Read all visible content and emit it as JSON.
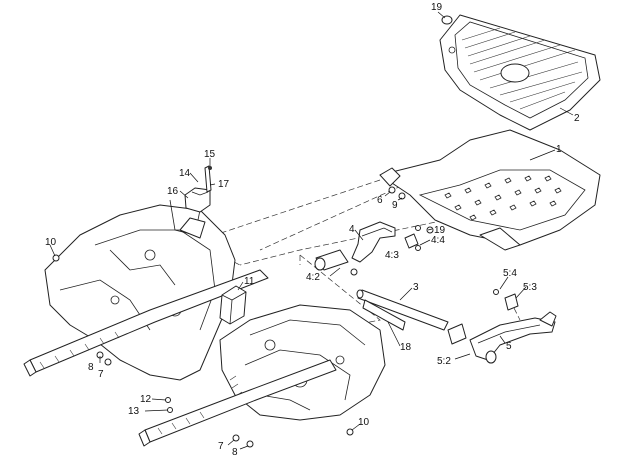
{
  "diagram": {
    "callouts": [
      {
        "id": "c19a",
        "label": "19"
      },
      {
        "id": "c2",
        "label": "2"
      },
      {
        "id": "c1",
        "label": "1"
      },
      {
        "id": "c15",
        "label": "15"
      },
      {
        "id": "c14",
        "label": "14"
      },
      {
        "id": "c17",
        "label": "17"
      },
      {
        "id": "c16",
        "label": "16"
      },
      {
        "id": "c6",
        "label": "6"
      },
      {
        "id": "c9",
        "label": "9"
      },
      {
        "id": "c19b",
        "label": "19"
      },
      {
        "id": "c4",
        "label": "4"
      },
      {
        "id": "c4_4",
        "label": "4:4"
      },
      {
        "id": "c4_3",
        "label": "4:3"
      },
      {
        "id": "c4_2",
        "label": "4:2"
      },
      {
        "id": "c10a",
        "label": "10"
      },
      {
        "id": "c11",
        "label": "11"
      },
      {
        "id": "c5_4",
        "label": "5:4"
      },
      {
        "id": "c5_3",
        "label": "5:3"
      },
      {
        "id": "c3",
        "label": "3"
      },
      {
        "id": "c18",
        "label": "18"
      },
      {
        "id": "c5",
        "label": "5"
      },
      {
        "id": "c5_2",
        "label": "5:2"
      },
      {
        "id": "c8a",
        "label": "8"
      },
      {
        "id": "c7a",
        "label": "7"
      },
      {
        "id": "c12",
        "label": "12"
      },
      {
        "id": "c13",
        "label": "13"
      },
      {
        "id": "c10b",
        "label": "10"
      },
      {
        "id": "c7b",
        "label": "7"
      },
      {
        "id": "c8b",
        "label": "8"
      }
    ]
  }
}
